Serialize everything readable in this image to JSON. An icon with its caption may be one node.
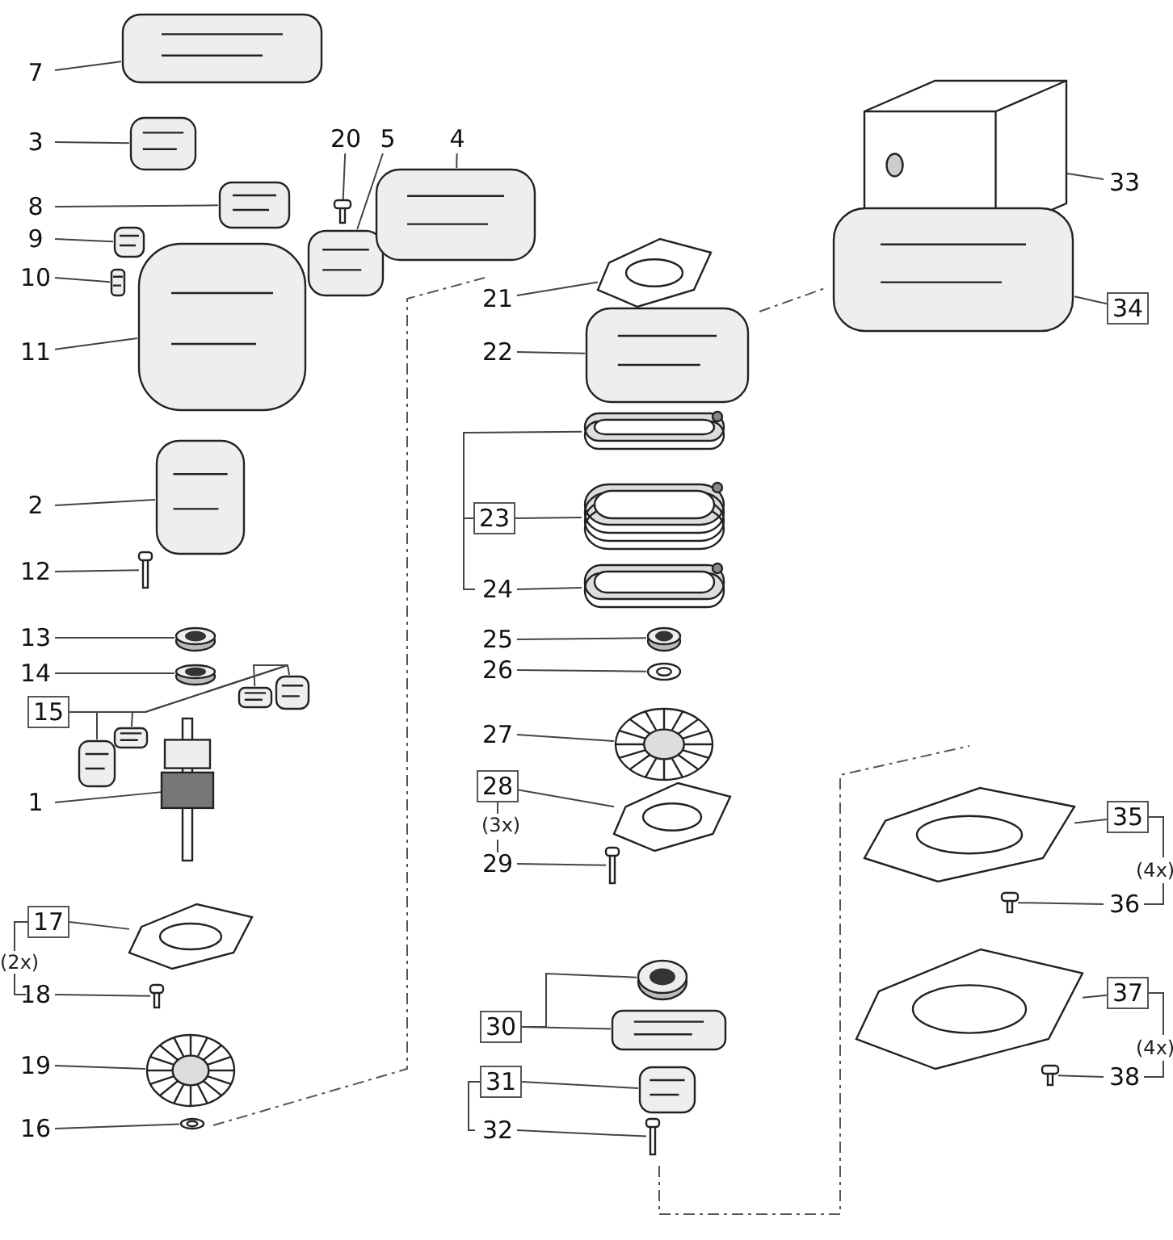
{
  "diagram": {
    "nodes": [
      {
        "text": [
          "7"
        ]
      },
      {
        "text": [],
        "shape": "picture"
      },
      {
        "text": [
          "3"
        ]
      },
      {
        "text": [],
        "shape": "picture"
      },
      {
        "text": [
          "20"
        ]
      },
      {
        "text": [],
        "shape": "picture"
      },
      {
        "text": [
          "5"
        ]
      },
      {
        "text": [],
        "shape": "picture"
      },
      {
        "text": [
          "4"
        ]
      },
      {
        "text": [],
        "shape": "picture"
      },
      {
        "text": [
          "8"
        ]
      },
      {
        "text": [],
        "shape": "picture"
      },
      {
        "text": [
          "9"
        ]
      },
      {
        "text": [],
        "shape": "picture"
      },
      {
        "text": [
          "10"
        ]
      },
      {
        "text": [],
        "shape": "picture"
      },
      {
        "text": [
          "11"
        ]
      },
      {
        "text": [],
        "shape": "picture"
      },
      {
        "text": [
          "33"
        ]
      },
      {
        "text": [],
        "shape": "picture"
      },
      {
        "text": [
          "21"
        ]
      },
      {
        "text": [],
        "shape": "picture"
      },
      {
        "text": [
          "22"
        ]
      },
      {
        "text": [],
        "shape": "picture"
      },
      {
        "text": [
          "34"
        ]
      },
      {
        "text": [],
        "shape": "picture"
      },
      {
        "text": [
          "2"
        ]
      },
      {
        "text": [],
        "shape": "picture"
      },
      {
        "text": [
          "23"
        ]
      },
      {
        "text": [],
        "shape": "picture"
      },
      {
        "text": [],
        "shape": "picture"
      },
      {
        "text": [
          "12"
        ]
      },
      {
        "text": [],
        "shape": "picture"
      },
      {
        "text": [
          "24"
        ]
      },
      {
        "text": [],
        "shape": "picture"
      },
      {
        "text": [
          "13"
        ]
      },
      {
        "text": [],
        "shape": "picture"
      },
      {
        "text": [
          "25"
        ]
      },
      {
        "text": [],
        "shape": "picture"
      },
      {
        "text": [
          "14"
        ]
      },
      {
        "text": [],
        "shape": "picture"
      },
      {
        "text": [
          "26"
        ]
      },
      {
        "text": [],
        "shape": "picture"
      },
      {
        "text": [
          "15"
        ]
      },
      {
        "text": [],
        "shape": "picture"
      },
      {
        "text": [],
        "shape": "picture"
      },
      {
        "text": [],
        "shape": "picture"
      },
      {
        "text": [],
        "shape": "picture"
      },
      {
        "text": [
          "27"
        ]
      },
      {
        "text": [],
        "shape": "picture"
      },
      {
        "text": [
          "28"
        ]
      },
      {
        "text": [],
        "shape": "picture"
      },
      {
        "text": [
          "1"
        ]
      },
      {
        "text": [],
        "shape": "picture"
      },
      {
        "text": [
          "29"
        ]
      },
      {
        "text": [],
        "shape": "picture"
      },
      {
        "text": [
          "35"
        ]
      },
      {
        "text": [],
        "shape": "picture"
      },
      {
        "text": [
          "36"
        ]
      },
      {
        "text": [],
        "shape": "picture"
      },
      {
        "text": [
          "17"
        ]
      },
      {
        "text": [],
        "shape": "picture"
      },
      {
        "text": [
          "18"
        ]
      },
      {
        "text": [],
        "shape": "picture"
      },
      {
        "text": [
          "37"
        ]
      },
      {
        "text": [],
        "shape": "picture"
      },
      {
        "text": [
          "38"
        ]
      },
      {
        "text": [],
        "shape": "picture"
      },
      {
        "text": [
          "19"
        ]
      },
      {
        "text": [],
        "shape": "picture"
      },
      {
        "text": [
          "30"
        ]
      },
      {
        "text": [],
        "shape": "picture"
      },
      {
        "text": [],
        "shape": "picture"
      },
      {
        "text": [
          "31"
        ]
      },
      {
        "text": [],
        "shape": "picture"
      },
      {
        "text": [
          "16"
        ]
      },
      {
        "text": [],
        "shape": "picture"
      },
      {
        "text": [
          "32"
        ]
      },
      {
        "text": [],
        "shape": "picture"
      }
    ],
    "edges": [
      {
        "from": 0,
        "to": 1,
        "arrow": "none"
      },
      {
        "from": 2,
        "to": 3,
        "arrow": "none"
      },
      {
        "from": 4,
        "to": 5,
        "arrow": "none"
      },
      {
        "from": 6,
        "to": 7,
        "arrow": "none"
      },
      {
        "from": 8,
        "to": 9,
        "arrow": "none"
      },
      {
        "from": 10,
        "to": 11,
        "arrow": "none"
      },
      {
        "from": 12,
        "to": 13,
        "arrow": "none"
      },
      {
        "from": 14,
        "to": 15,
        "arrow": "none"
      },
      {
        "from": 16,
        "to": 17,
        "arrow": "none"
      },
      {
        "from": 18,
        "to": 19,
        "arrow": "none"
      },
      {
        "from": 20,
        "to": 21,
        "arrow": "none"
      },
      {
        "from": 22,
        "to": 23,
        "arrow": "none"
      },
      {
        "from": 24,
        "to": 25,
        "arrow": "none"
      },
      {
        "from": 26,
        "to": 27,
        "arrow": "none"
      },
      {
        "from": 28,
        "to": 29,
        "arrow": "none"
      },
      {
        "from": 28,
        "to": 30,
        "arrow": "none"
      },
      {
        "from": 31,
        "to": 32,
        "arrow": "none"
      },
      {
        "from": 33,
        "to": 34,
        "arrow": "none"
      },
      {
        "from": 35,
        "to": 36,
        "arrow": "none"
      },
      {
        "from": 37,
        "to": 38,
        "arrow": "none"
      },
      {
        "from": 39,
        "to": 40,
        "arrow": "none"
      },
      {
        "from": 41,
        "to": 42,
        "arrow": "none"
      },
      {
        "from": 43,
        "to": 44,
        "arrow": "none"
      },
      {
        "from": 43,
        "to": 45,
        "arrow": "none"
      },
      {
        "from": 43,
        "to": 46,
        "arrow": "none"
      },
      {
        "from": 43,
        "to": 47,
        "arrow": "none"
      },
      {
        "from": 48,
        "to": 49,
        "arrow": "none"
      },
      {
        "from": 50,
        "to": 51,
        "arrow": "none"
      },
      {
        "from": 52,
        "to": 53,
        "arrow": "none"
      },
      {
        "from": 54,
        "to": 55,
        "arrow": "none"
      },
      {
        "from": 56,
        "to": 57,
        "arrow": "none"
      },
      {
        "from": 58,
        "to": 59,
        "arrow": "none"
      },
      {
        "from": 60,
        "to": 61,
        "arrow": "none"
      },
      {
        "from": 62,
        "to": 63,
        "arrow": "none"
      },
      {
        "from": 64,
        "to": 65,
        "arrow": "none"
      },
      {
        "from": 66,
        "to": 67,
        "arrow": "none"
      },
      {
        "from": 68,
        "to": 69,
        "arrow": "none"
      },
      {
        "from": 70,
        "to": 71,
        "arrow": "none"
      },
      {
        "from": 70,
        "to": 72,
        "arrow": "none"
      },
      {
        "from": 73,
        "to": 74,
        "arrow": "none"
      },
      {
        "from": 75,
        "to": 76,
        "arrow": "none"
      },
      {
        "from": 77,
        "to": 78,
        "arrow": "none"
      }
    ],
    "labels": [
      "(3x)",
      "(4x)",
      "(2x)",
      "(4x)"
    ]
  }
}
